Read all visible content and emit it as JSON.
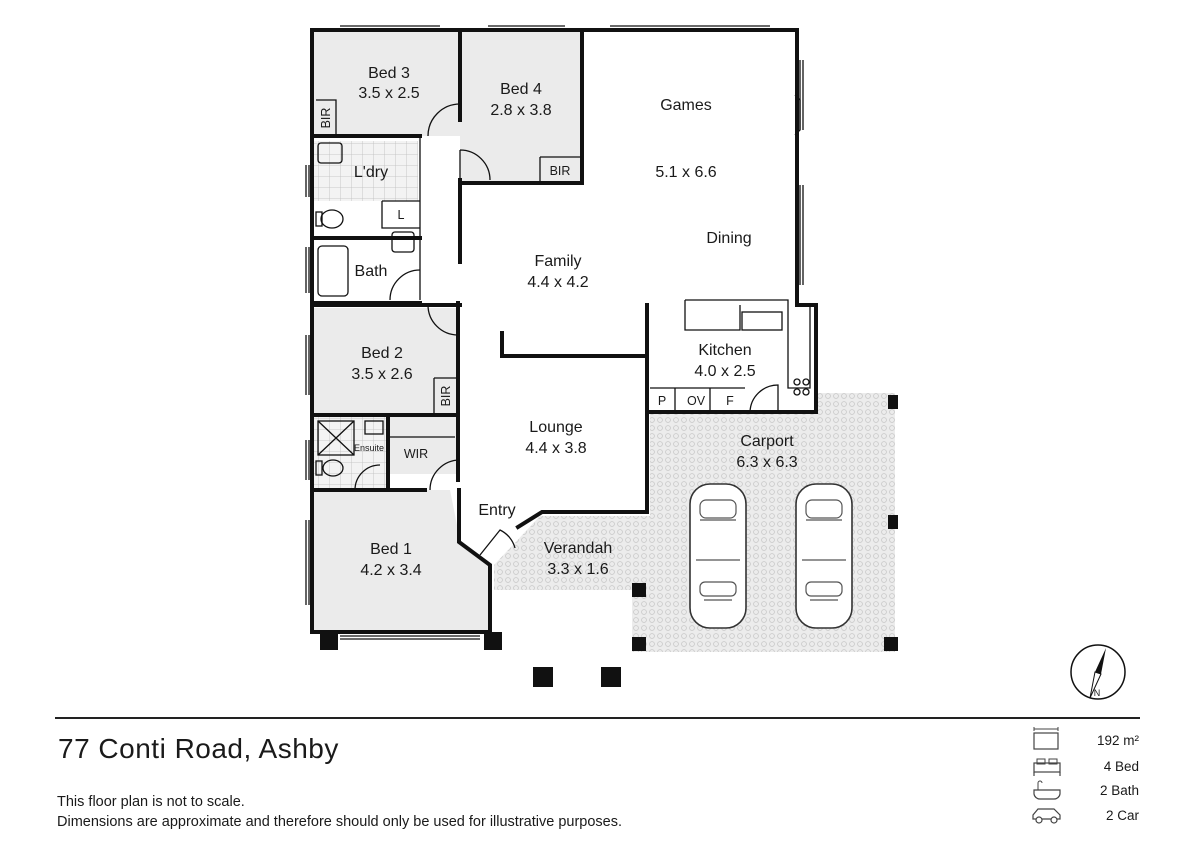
{
  "property": {
    "address": "77 Conti Road, Ashby",
    "disclaimer_line1": "This floor plan is not to scale.",
    "disclaimer_line2": "Dimensions are approximate and therefore should only be used for illustrative purposes."
  },
  "stats": {
    "area": "192 m²",
    "beds": "4 Bed",
    "baths": "2 Bath",
    "cars": "2 Car"
  },
  "rooms": {
    "bed3": {
      "name": "Bed 3",
      "dims": "3.5 x 2.5"
    },
    "bed4": {
      "name": "Bed 4",
      "dims": "2.8 x 3.8"
    },
    "games": {
      "name": "Games",
      "dims": "5.1 x 6.6"
    },
    "dining": {
      "name": "Dining"
    },
    "laundry": {
      "name": "L'dry"
    },
    "bath": {
      "name": "Bath"
    },
    "family": {
      "name": "Family",
      "dims": "4.4 x 4.2"
    },
    "bed2": {
      "name": "Bed 2",
      "dims": "3.5 x 2.6"
    },
    "kitchen": {
      "name": "Kitchen",
      "dims": "4.0 x 2.5"
    },
    "lounge": {
      "name": "Lounge",
      "dims": "4.4 x 3.8"
    },
    "carport": {
      "name": "Carport",
      "dims": "6.3 x 6.3"
    },
    "bed1": {
      "name": "Bed 1",
      "dims": "4.2 x 3.4"
    },
    "entry": {
      "name": "Entry"
    },
    "verandah": {
      "name": "Verandah",
      "dims": "3.3 x 1.6"
    },
    "wir": {
      "name": "WIR"
    },
    "ensuite": {
      "name": "Ensuite"
    }
  },
  "fixtures": {
    "bir": "BIR",
    "linen": "L",
    "pantry": "P",
    "oven": "OV",
    "fridge": "F"
  },
  "compass": {
    "label": "N"
  },
  "colors": {
    "room_fill": "#ebebeb",
    "wall": "#111111",
    "paving": "#d9d9d9"
  }
}
